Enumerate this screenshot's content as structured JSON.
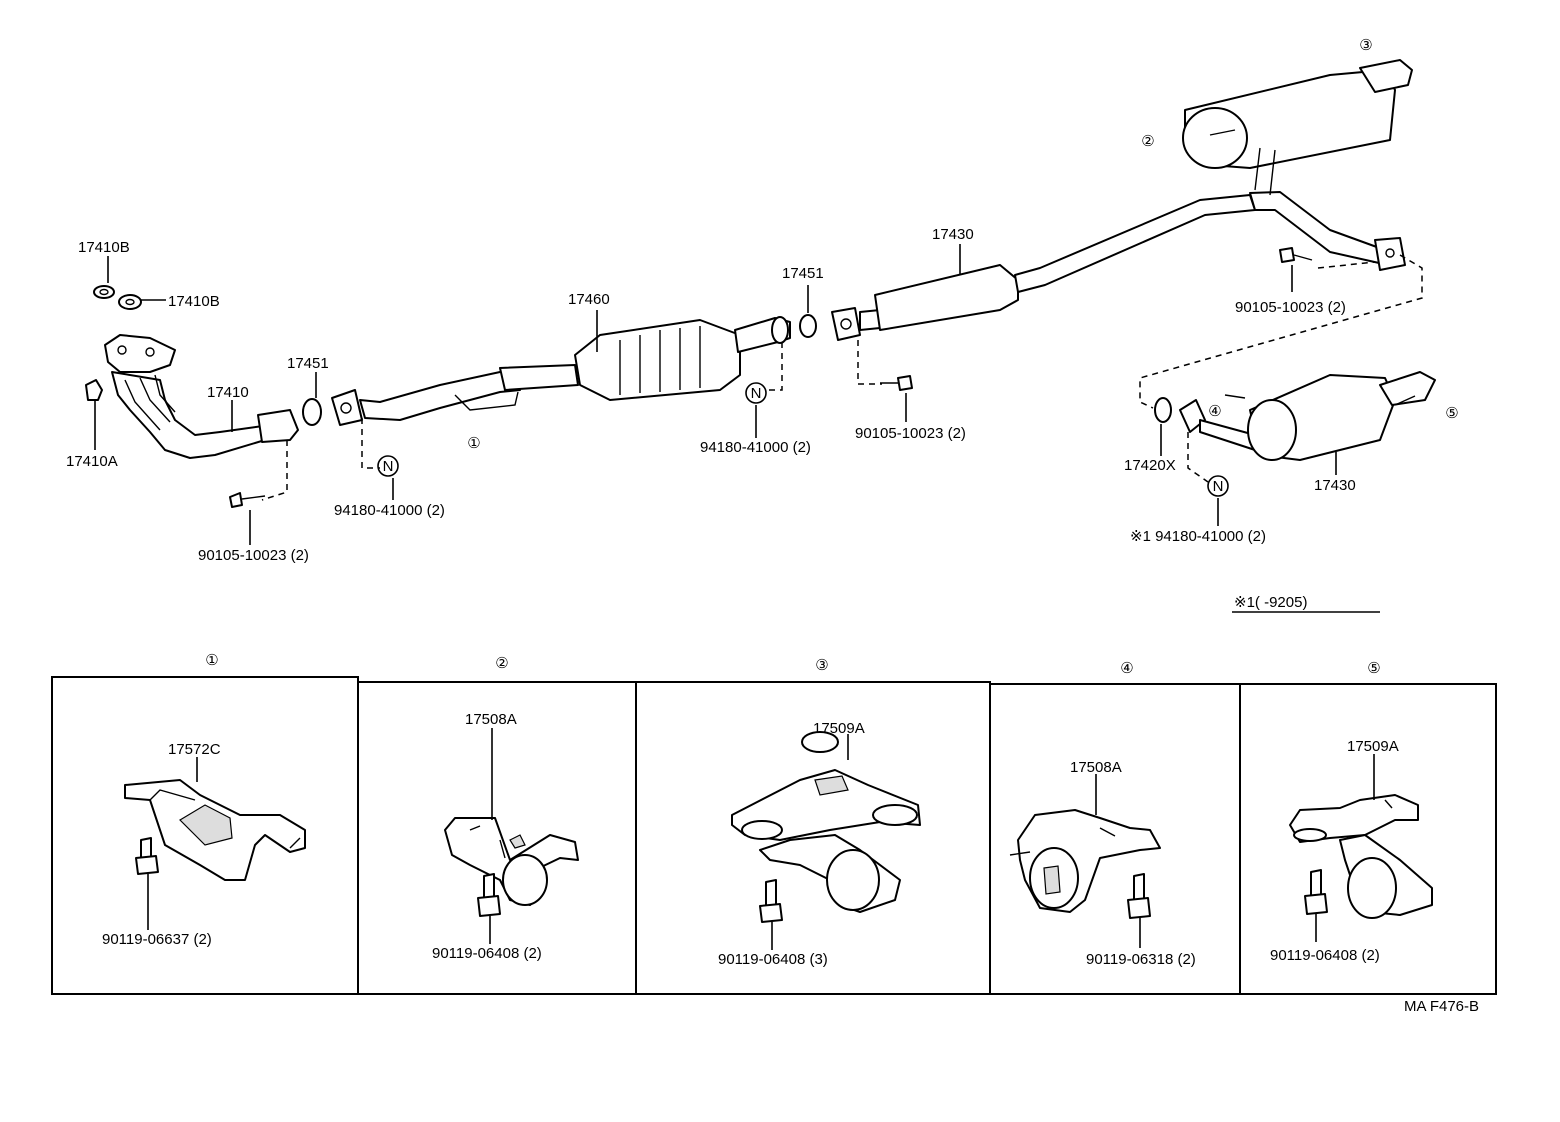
{
  "labels": {
    "b17410b_top": "17410B",
    "b17410b_right": "17410B",
    "b17410a": "17410A",
    "b17410": "17410",
    "b17451_left": "17451",
    "bolt_front": "90105-10023 (2)",
    "nut_front": "94180-41000 (2)",
    "b17460": "17460",
    "b17451_mid": "17451",
    "nut_mid": "94180-41000 (2)",
    "bolt_mid": "90105-10023 (2)",
    "b17430_top": "17430",
    "bolt_rear": "90105-10023 (2)",
    "b17420x": "17420X",
    "b17430_rear": "17430",
    "nut_rear": "※1 94180-41000 (2)",
    "note_range": "※1(      -9205)",
    "nut_symbol": "N",
    "ref_code": "MA F476-B"
  },
  "callouts": [
    "①",
    "②",
    "③",
    "④",
    "⑤"
  ],
  "detail_panels": [
    {
      "number": "①",
      "part": "17572C",
      "bolt": "90119-06637 (2)"
    },
    {
      "number": "②",
      "part": "17508A",
      "bolt": "90119-06408 (2)"
    },
    {
      "number": "③",
      "part": "17509A",
      "bolt": "90119-06408 (3)"
    },
    {
      "number": "④",
      "part": "17508A",
      "bolt": "90119-06318 (2)"
    },
    {
      "number": "⑤",
      "part": "17509A",
      "bolt": "90119-06408 (2)"
    }
  ]
}
